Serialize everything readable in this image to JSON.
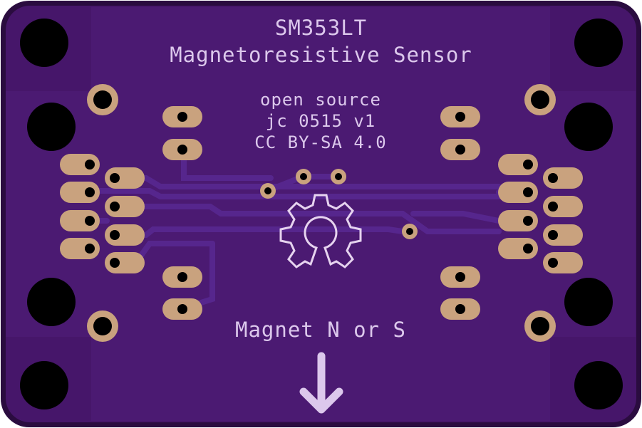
{
  "board": {
    "title": "SM353LT",
    "subtitle": "Magnetoresistive Sensor",
    "info_lines": [
      "open source",
      "jc 0515 v1",
      "CC BY-SA 4.0"
    ],
    "magnet_label": "Magnet N or S",
    "colors": {
      "outline": "#2a0c3f",
      "board": "#46166a",
      "panel": "#4b1a72",
      "trace": "#55258a",
      "copper": "#c9a27e",
      "drill": "#000000",
      "silkscreen": "#e6d3ef"
    },
    "icons": [
      "mounting-hole-icon",
      "open-source-hardware-logo-icon",
      "arrow-down-icon"
    ]
  }
}
